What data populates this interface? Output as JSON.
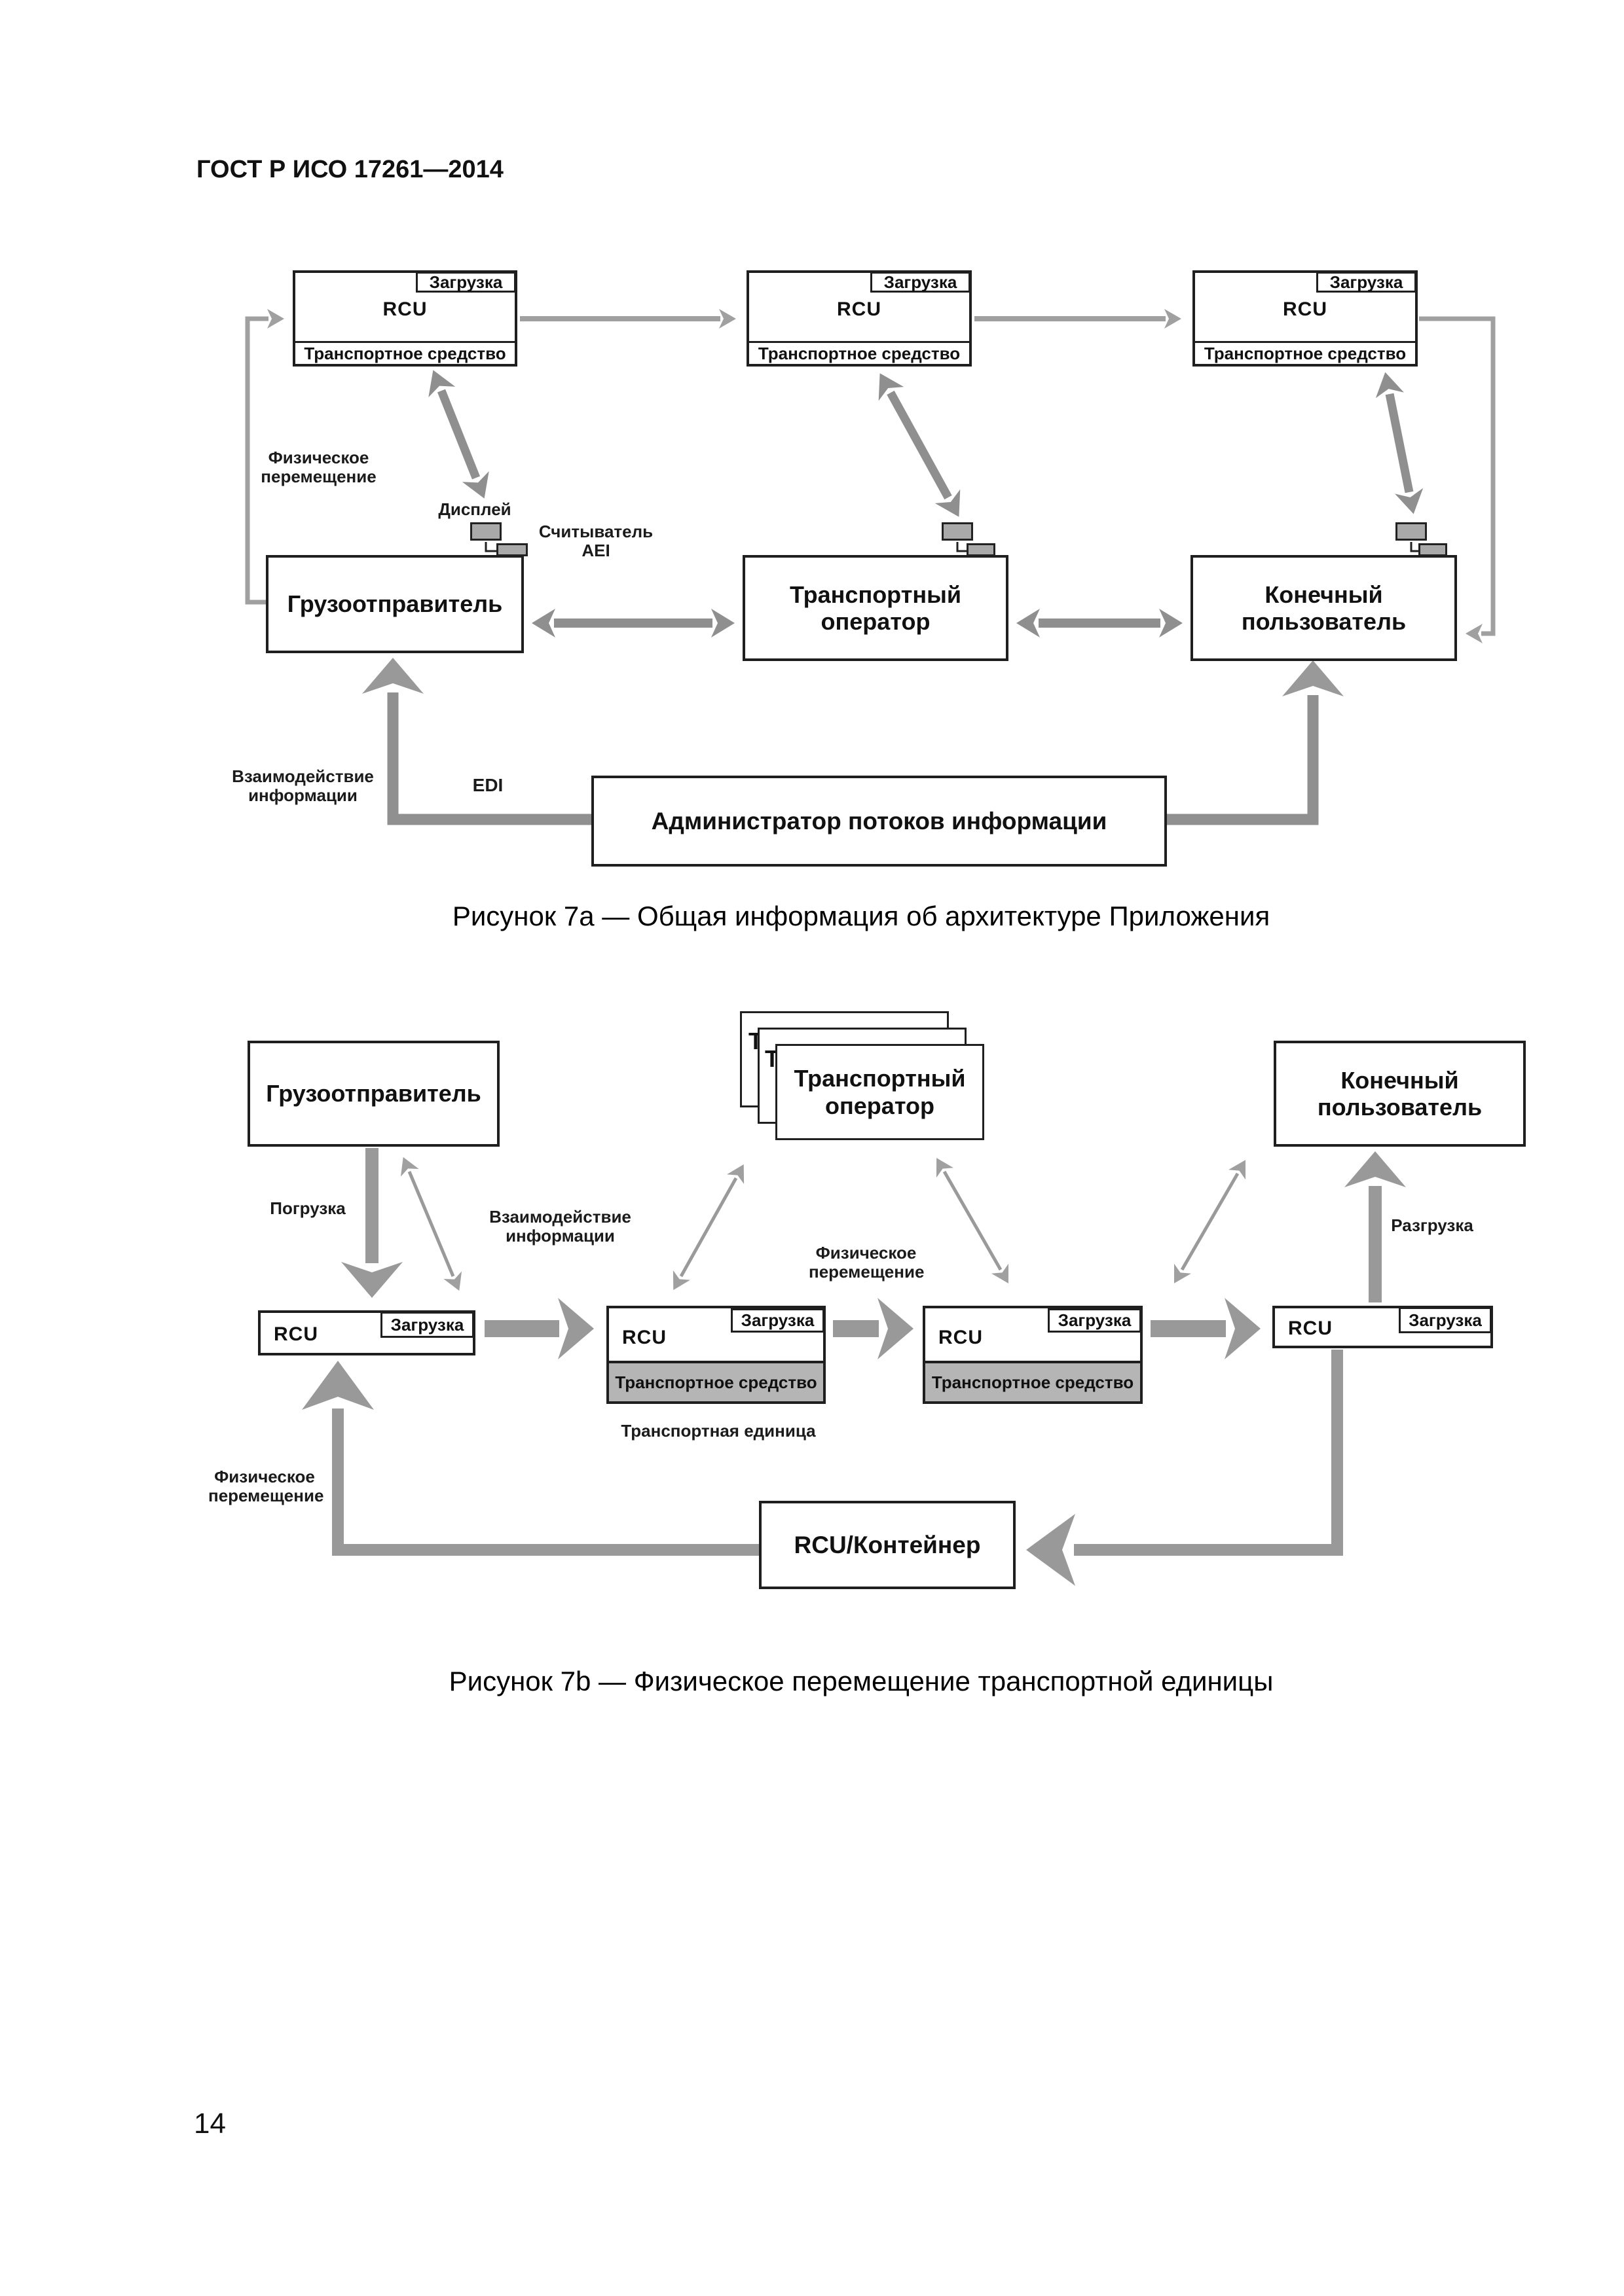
{
  "page": {
    "header": "ГОСТ Р ИСО 17261—2014",
    "page_number": "14"
  },
  "colors": {
    "arrow_gray": "#999999",
    "thin_arrow_gray": "#a0a0a0",
    "diag_arrow_gray": "#8f8f8f",
    "vehicle_strip_gray": "#b5b5b5",
    "box_border": "#1f1f1f"
  },
  "figure_a": {
    "caption": "Рисунок 7а — Общая информация об архитектуре Приложения",
    "rcu_units": [
      {
        "title": "RCU",
        "tag": "Загрузка",
        "subtitle": "Транспортное средство"
      },
      {
        "title": "RCU",
        "tag": "Загрузка",
        "subtitle": "Транспортное средство"
      },
      {
        "title": "RCU",
        "tag": "Загрузка",
        "subtitle": "Транспортное средство"
      }
    ],
    "actors": {
      "shipper": "Грузоотправитель",
      "operator": "Транспортный оператор",
      "end_user": "Конечный пользователь",
      "admin": "Администратор потоков информации"
    },
    "labels": {
      "physical_movement": "Физическое перемещение",
      "display": "Дисплей",
      "aei_reader": "Считыватель AEI",
      "information_interaction": "Взаимодействие информации",
      "edi": "EDI"
    }
  },
  "figure_b": {
    "caption": "Рисунок 7b — Физическое перемещение транспортной единицы",
    "shipper": "Грузоотправитель",
    "operator": "Транспортный оператор",
    "operator_stack_initial": "Т",
    "end_user": "Конечный пользователь",
    "rcu": "RCU",
    "load_tag": "Загрузка",
    "vehicle": "Транспортное средство",
    "transport_unit": "Транспортная единица",
    "container": "RCU/Контейнер",
    "labels": {
      "loading": "Погрузка",
      "information_interaction": "Взаимодействие информации",
      "physical_movement_mid": "Физическое перемещение",
      "unloading": "Разгрузка",
      "physical_movement_left": "Физическое перемещение"
    }
  }
}
